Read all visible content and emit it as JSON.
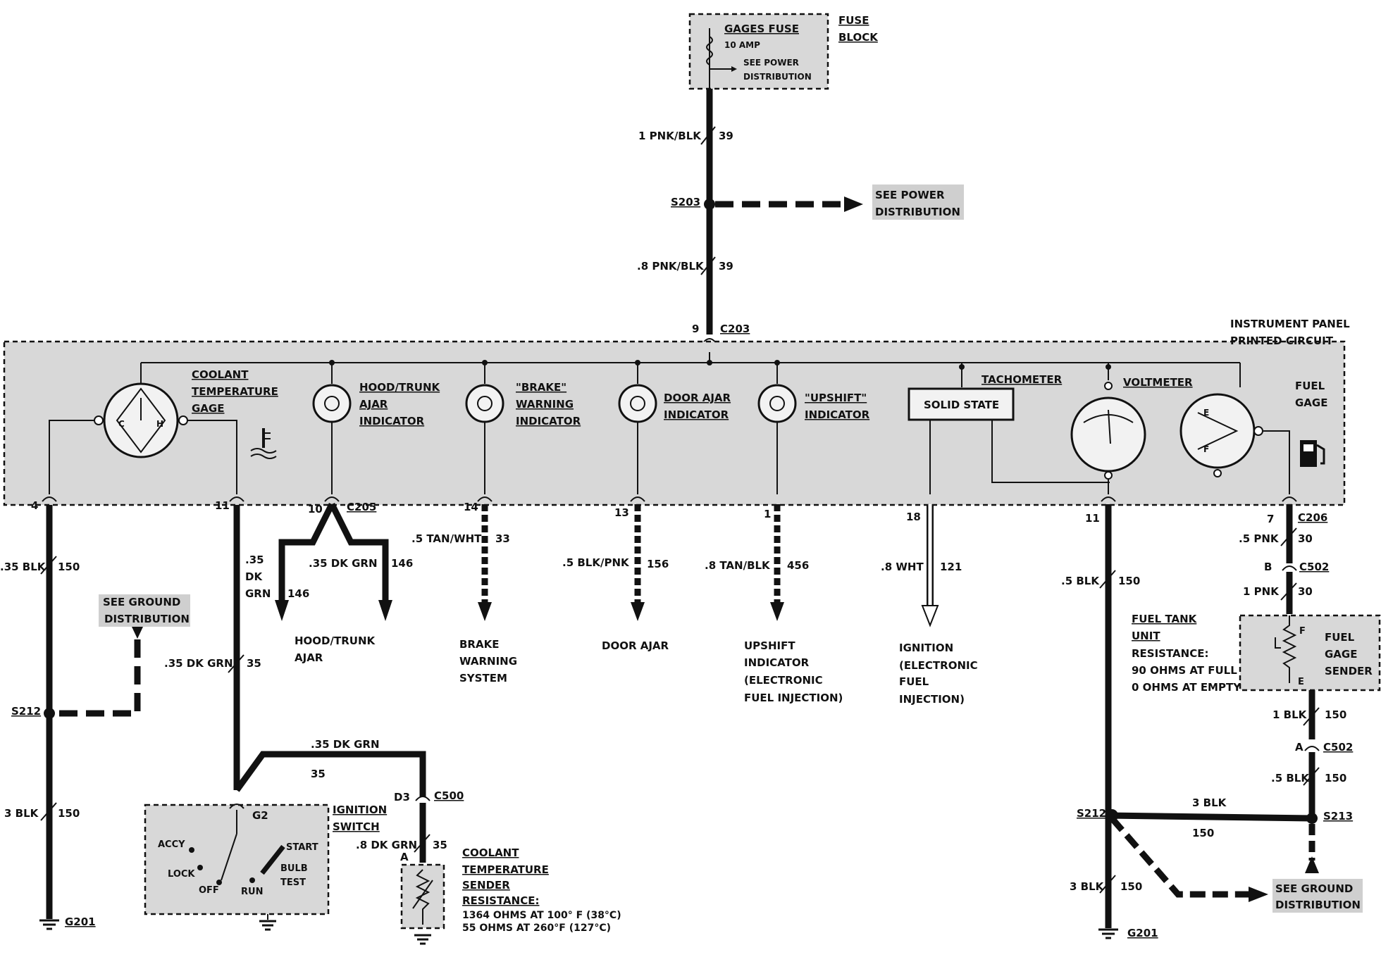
{
  "fuse": {
    "name": "GAGES FUSE",
    "rating": "10 AMP",
    "see_power_line1": "SEE POWER",
    "see_power_line2": "DISTRIBUTION",
    "block_line1": "FUSE",
    "block_line2": "BLOCK"
  },
  "main_wire": {
    "upper_gauge": "1 PNK/BLK",
    "upper_circuit": "39",
    "splice": "S203",
    "lower_gauge": ".8 PNK/BLK",
    "lower_circuit": "39",
    "power_ref_line1": "SEE POWER",
    "power_ref_line2": "DISTRIBUTION",
    "connector_pin": "9",
    "connector": "C203"
  },
  "panel": {
    "title_line1": "INSTRUMENT PANEL",
    "title_line2": "PRINTED CIRCUIT",
    "coolant_gage": [
      "COOLANT",
      "TEMPERATURE",
      "GAGE"
    ],
    "gage_c": "C",
    "gage_h": "H",
    "hood_indicator": [
      "HOOD/TRUNK",
      "AJAR",
      "INDICATOR"
    ],
    "brake_indicator": [
      "\"BRAKE\"",
      "WARNING",
      "INDICATOR"
    ],
    "door_indicator": [
      "DOOR AJAR",
      "INDICATOR"
    ],
    "upshift_indicator": [
      "\"UPSHIFT\"",
      "INDICATOR"
    ],
    "tachometer": "TACHOMETER",
    "solid_state": "SOLID STATE",
    "voltmeter": "VOLTMETER",
    "fuel_gage": [
      "FUEL",
      "GAGE"
    ],
    "fuel_e": "E",
    "fuel_f": "F"
  },
  "circuits": {
    "c4": {
      "pin": "4",
      "gauge": ".35 BLK",
      "circuit": "150"
    },
    "c11_left": {
      "pin": "11",
      "gauge_lines": [
        ".35",
        "DK",
        "GRN"
      ]
    },
    "c10": {
      "pin": "10",
      "connector": "C205",
      "gauge": ".35 DK GRN",
      "circuit": "146",
      "circuit_left": "146",
      "dest": [
        "HOOD/TRUNK",
        "AJAR"
      ]
    },
    "c14": {
      "pin": "14",
      "gauge": ".5 TAN/WHT",
      "circuit": "33",
      "dest": [
        "BRAKE",
        "WARNING",
        "SYSTEM"
      ]
    },
    "c13": {
      "pin": "13",
      "gauge": ".5 BLK/PNK",
      "circuit": "156",
      "dest": [
        "DOOR AJAR"
      ]
    },
    "c1": {
      "pin": "1",
      "gauge": ".8 TAN/BLK",
      "circuit": "456",
      "dest": [
        "UPSHIFT",
        "INDICATOR",
        "(ELECTRONIC",
        "FUEL INJECTION)"
      ]
    },
    "c18": {
      "pin": "18",
      "gauge": ".8 WHT",
      "circuit": "121",
      "dest": [
        "IGNITION",
        "(ELECTRONIC",
        "FUEL",
        "INJECTION)"
      ]
    },
    "c11_right": {
      "pin": "11",
      "gauge": ".5 BLK",
      "circuit": "150"
    },
    "c7": {
      "pin": "7",
      "connector": "C206",
      "gauge": ".5 PNK",
      "circuit": "30"
    }
  },
  "left_ground": {
    "see_ground_line1": "SEE GROUND",
    "see_ground_line2": "DISTRIBUTION",
    "splice": "S212",
    "gauge": "3 BLK",
    "circuit": "150",
    "ground": "G201"
  },
  "ignition": {
    "wire_gauge": ".35 DK GRN",
    "wire_circuit": "35",
    "wire_top_gauge": ".35 DK GRN",
    "wire_top_circuit": "35",
    "switch_line1": "IGNITION",
    "switch_line2": "SWITCH",
    "terminal": "G2",
    "accy": "ACCY",
    "lock": "LOCK",
    "off": "OFF",
    "run": "RUN",
    "start": "START",
    "bulb_line1": "BULB",
    "bulb_line2": "TEST"
  },
  "coolant_sender": {
    "pin": "D3",
    "connector": "C500",
    "gauge": ".8 DK GRN",
    "circuit": "35",
    "terminal": "A",
    "title": [
      "COOLANT",
      "TEMPERATURE",
      "SENDER"
    ],
    "resistance_label": "RESISTANCE:",
    "resistance_1": "1364 OHMS AT 100° F (38°C)",
    "resistance_2": "55 OHMS AT 260°F  (127°C)"
  },
  "fuel_side": {
    "c502_pin_b": "B",
    "c502": "C502",
    "pnk_gauge": "1 PNK",
    "pnk_circuit": "30",
    "sender_lines": [
      "FUEL",
      "GAGE",
      "SENDER"
    ],
    "sender_f": "F",
    "sender_e": "E",
    "tank_unit": [
      "FUEL TANK",
      "UNIT"
    ],
    "resistance_label": "RESISTANCE:",
    "resistance_1": "90 OHMS AT FULL",
    "resistance_2": "0 OHMS AT EMPTY",
    "blk1_gauge": "1 BLK",
    "blk1_circuit": "150",
    "c502_pin_a": "A",
    "c502_lower": "C502",
    "blk5_gauge": ".5 BLK",
    "blk5_circuit": "150",
    "splice_right": "S213",
    "link_gauge": "3 BLK",
    "link_circuit": "150",
    "splice_left": "S212",
    "ground_gauge": "3 BLK",
    "ground_circuit": "150",
    "ground": "G201",
    "see_ground_line1": "SEE GROUND",
    "see_ground_line2": "DISTRIBUTION"
  }
}
